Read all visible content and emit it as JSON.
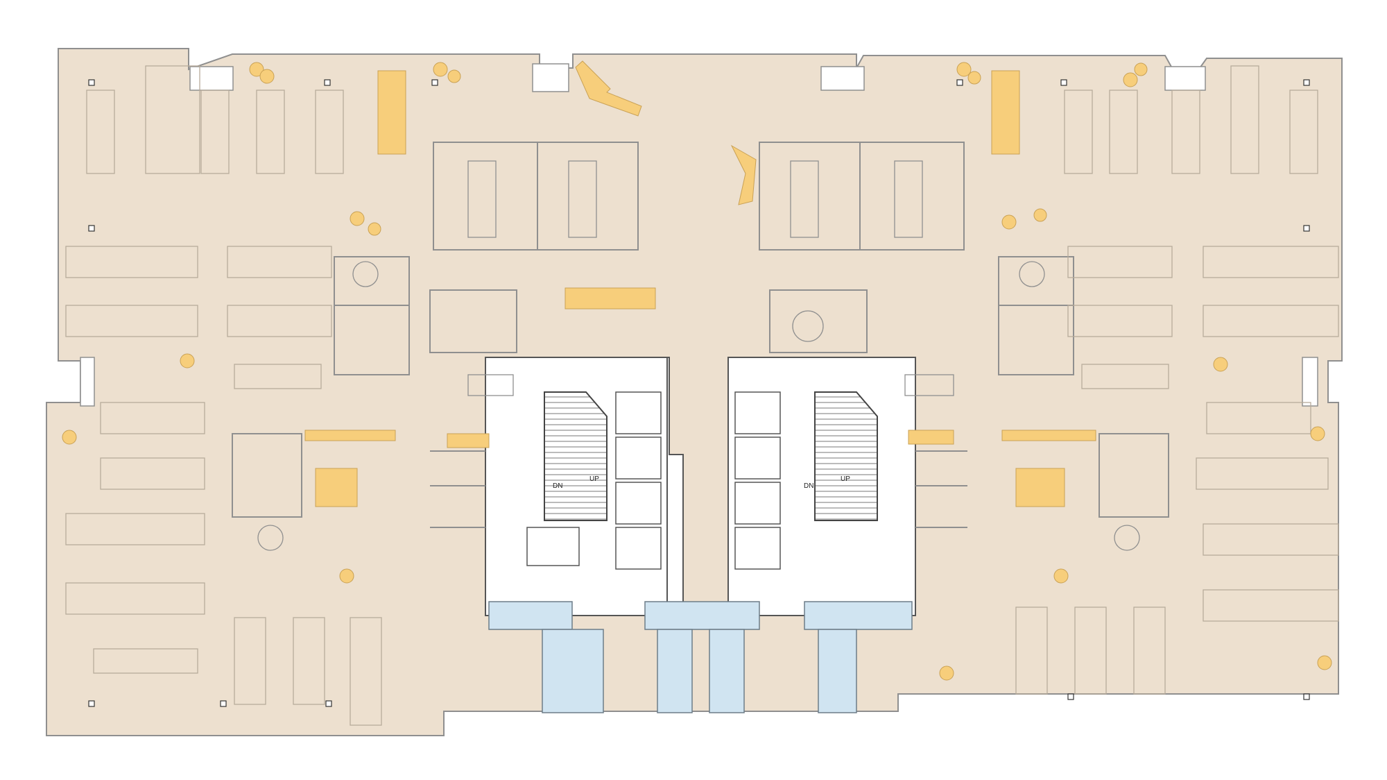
{
  "labels": {
    "left_stair_down": "DN",
    "left_stair_up": "UP",
    "right_stair_down": "DN",
    "right_stair_up": "UP"
  },
  "colors": {
    "floor": "#ede0cf",
    "core": "#ffffff",
    "restroom": "#d0e4f1",
    "accent": "#f7ce7b",
    "wall": "#8f8f8f",
    "furniture": "#b7ab9b"
  }
}
